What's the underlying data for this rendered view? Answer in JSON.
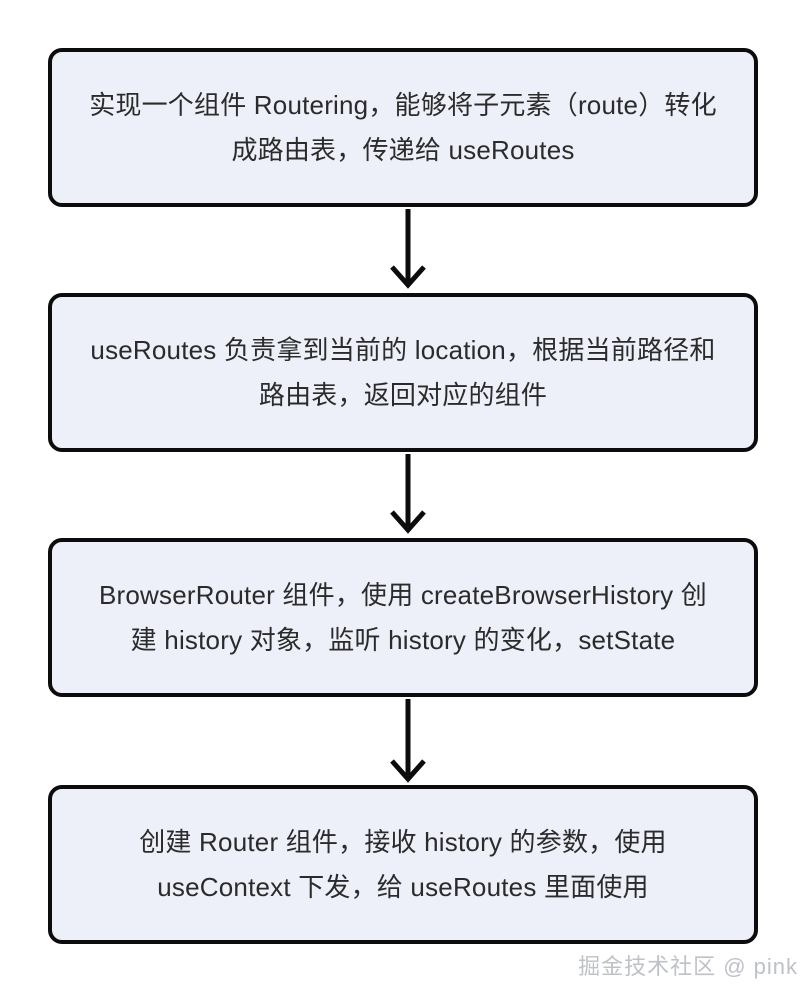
{
  "diagram": {
    "type": "flowchart",
    "orientation": "vertical",
    "background_color": "#ffffff",
    "node_fill_color": "#edf0f8",
    "node_border_color": "#0c0c0c",
    "text_color": "#2b2b2b",
    "arrow_color": "#0c0c0c",
    "nodes": [
      {
        "id": "node-routering",
        "line1": "实现一个组件 Routering，能够将子元素（route）转化",
        "line2": "成路由表，传递给 useRoutes",
        "text": "实现一个组件 Routering，能够将子元素（route）转化\n成路由表，传递给 useRoutes"
      },
      {
        "id": "node-useroutes",
        "line1": "useRoutes 负责拿到当前的 location，根据当前路径和",
        "line2": "路由表，返回对应的组件",
        "text": "useRoutes 负责拿到当前的 location，根据当前路径和\n路由表，返回对应的组件"
      },
      {
        "id": "node-browserrouter",
        "line1": "BrowserRouter 组件，使用 createBrowserHistory 创",
        "line2": "建 history 对象，监听 history 的变化，setState",
        "text": "BrowserRouter 组件，使用 createBrowserHistory 创\n建 history 对象，监听 history 的变化，setState"
      },
      {
        "id": "node-router",
        "line1": "创建 Router 组件，接收 history 的参数，使用",
        "line2": "useContext 下发，给 useRoutes 里面使用",
        "text": "创建 Router 组件，接收 history 的参数，使用\nuseContext 下发，给 useRoutes 里面使用"
      }
    ],
    "edges": [
      {
        "id": "edge-0",
        "from": "node-routering",
        "to": "node-useroutes",
        "icon": "arrow-down-icon"
      },
      {
        "id": "edge-1",
        "from": "node-useroutes",
        "to": "node-browserrouter",
        "icon": "arrow-down-icon"
      },
      {
        "id": "edge-2",
        "from": "node-browserrouter",
        "to": "node-router",
        "icon": "arrow-down-icon"
      }
    ]
  },
  "watermark": {
    "text": "掘金技术社区 @ pink",
    "color": "#b9bcc4"
  }
}
